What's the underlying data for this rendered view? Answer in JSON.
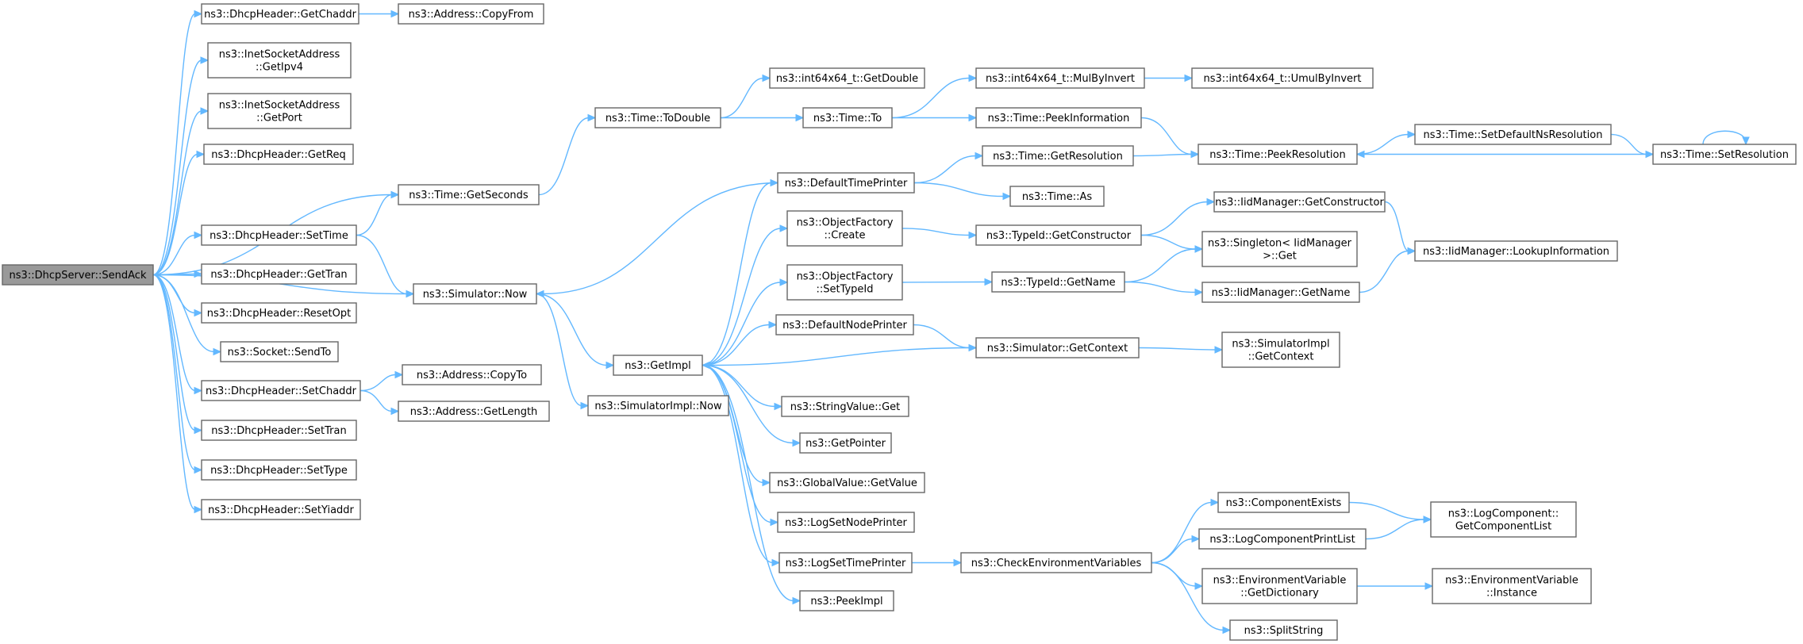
{
  "diagram": {
    "type": "call-graph",
    "root": "ns3::DhcpServer::SendAck",
    "nodes": [
      {
        "id": "sendack",
        "lines": [
          "ns3::DhcpServer::SendAck"
        ],
        "root": true
      },
      {
        "id": "getchaddr",
        "lines": [
          "ns3::DhcpHeader::GetChaddr"
        ]
      },
      {
        "id": "copyfrom",
        "lines": [
          "ns3::Address::CopyFrom"
        ]
      },
      {
        "id": "getipv4",
        "lines": [
          "ns3::InetSocketAddress",
          "::GetIpv4"
        ]
      },
      {
        "id": "getport",
        "lines": [
          "ns3::InetSocketAddress",
          "::GetPort"
        ]
      },
      {
        "id": "getreq",
        "lines": [
          "ns3::DhcpHeader::GetReq"
        ]
      },
      {
        "id": "getseconds",
        "lines": [
          "ns3::Time::GetSeconds"
        ]
      },
      {
        "id": "settime",
        "lines": [
          "ns3::DhcpHeader::SetTime"
        ]
      },
      {
        "id": "gettran",
        "lines": [
          "ns3::DhcpHeader::GetTran"
        ]
      },
      {
        "id": "resetopt",
        "lines": [
          "ns3::DhcpHeader::ResetOpt"
        ]
      },
      {
        "id": "sendto",
        "lines": [
          "ns3::Socket::SendTo"
        ]
      },
      {
        "id": "setchaddr",
        "lines": [
          "ns3::DhcpHeader::SetChaddr"
        ]
      },
      {
        "id": "settran",
        "lines": [
          "ns3::DhcpHeader::SetTran"
        ]
      },
      {
        "id": "settype",
        "lines": [
          "ns3::DhcpHeader::SetType"
        ]
      },
      {
        "id": "setyiaddr",
        "lines": [
          "ns3::DhcpHeader::SetYiaddr"
        ]
      },
      {
        "id": "copyto",
        "lines": [
          "ns3::Address::CopyTo"
        ]
      },
      {
        "id": "getlength",
        "lines": [
          "ns3::Address::GetLength"
        ]
      },
      {
        "id": "todouble",
        "lines": [
          "ns3::Time::ToDouble"
        ]
      },
      {
        "id": "simnow",
        "lines": [
          "ns3::Simulator::Now"
        ]
      },
      {
        "id": "getimpl",
        "lines": [
          "ns3::GetImpl"
        ]
      },
      {
        "id": "simimplnow",
        "lines": [
          "ns3::SimulatorImpl::Now"
        ]
      },
      {
        "id": "getdouble",
        "lines": [
          "ns3::int64x64_t::GetDouble"
        ]
      },
      {
        "id": "timeto",
        "lines": [
          "ns3::Time::To"
        ]
      },
      {
        "id": "mulbyinvert",
        "lines": [
          "ns3::int64x64_t::MulByInvert"
        ]
      },
      {
        "id": "umulbyinvert",
        "lines": [
          "ns3::int64x64_t::UmulByInvert"
        ]
      },
      {
        "id": "peekinfo",
        "lines": [
          "ns3::Time::PeekInformation"
        ]
      },
      {
        "id": "defaulttimeprinter",
        "lines": [
          "ns3::DefaultTimePrinter"
        ]
      },
      {
        "id": "getresolution",
        "lines": [
          "ns3::Time::GetResolution"
        ]
      },
      {
        "id": "peekresolution",
        "lines": [
          "ns3::Time::PeekResolution"
        ]
      },
      {
        "id": "setdefaultns",
        "lines": [
          "ns3::Time::SetDefaultNsResolution"
        ]
      },
      {
        "id": "setresolution",
        "lines": [
          "ns3::Time::SetResolution"
        ]
      },
      {
        "id": "timeas",
        "lines": [
          "ns3::Time::As"
        ]
      },
      {
        "id": "ofcreate",
        "lines": [
          "ns3::ObjectFactory",
          "::Create"
        ]
      },
      {
        "id": "getconstructor",
        "lines": [
          "ns3::TypeId::GetConstructor"
        ]
      },
      {
        "id": "iidgetconstructor",
        "lines": [
          "ns3::IidManager::GetConstructor"
        ]
      },
      {
        "id": "singletonget",
        "lines": [
          "ns3::Singleton< IidManager",
          ">::Get"
        ]
      },
      {
        "id": "lookupinfo",
        "lines": [
          "ns3::IidManager::LookupInformation"
        ]
      },
      {
        "id": "ofsettypeid",
        "lines": [
          "ns3::ObjectFactory",
          "::SetTypeId"
        ]
      },
      {
        "id": "typeidgetname",
        "lines": [
          "ns3::TypeId::GetName"
        ]
      },
      {
        "id": "iidgetname",
        "lines": [
          "ns3::IidManager::GetName"
        ]
      },
      {
        "id": "defaultnodeprinter",
        "lines": [
          "ns3::DefaultNodePrinter"
        ]
      },
      {
        "id": "getcontext",
        "lines": [
          "ns3::Simulator::GetContext"
        ]
      },
      {
        "id": "simimplgetcontext",
        "lines": [
          "ns3::SimulatorImpl",
          "::GetContext"
        ]
      },
      {
        "id": "stringvalueget",
        "lines": [
          "ns3::StringValue::Get"
        ]
      },
      {
        "id": "getpointer",
        "lines": [
          "ns3::GetPointer"
        ]
      },
      {
        "id": "globalvalue",
        "lines": [
          "ns3::GlobalValue::GetValue"
        ]
      },
      {
        "id": "logsetnodeprinter",
        "lines": [
          "ns3::LogSetNodePrinter"
        ]
      },
      {
        "id": "logsettimeprinter",
        "lines": [
          "ns3::LogSetTimePrinter"
        ]
      },
      {
        "id": "peekimpl",
        "lines": [
          "ns3::PeekImpl"
        ]
      },
      {
        "id": "checkenv",
        "lines": [
          "ns3::CheckEnvironmentVariables"
        ]
      },
      {
        "id": "componentexists",
        "lines": [
          "ns3::ComponentExists"
        ]
      },
      {
        "id": "logcomponentprintlist",
        "lines": [
          "ns3::LogComponentPrintList"
        ]
      },
      {
        "id": "envgetdictionary",
        "lines": [
          "ns3::EnvironmentVariable",
          "::GetDictionary"
        ]
      },
      {
        "id": "splitstring",
        "lines": [
          "ns3::SplitString"
        ]
      },
      {
        "id": "getcomponentlist",
        "lines": [
          "ns3::LogComponent::",
          "GetComponentList"
        ]
      },
      {
        "id": "envinstance",
        "lines": [
          "ns3::EnvironmentVariable",
          "::Instance"
        ]
      }
    ],
    "edges": [
      [
        "sendack",
        "getchaddr"
      ],
      [
        "sendack",
        "getipv4"
      ],
      [
        "sendack",
        "getport"
      ],
      [
        "sendack",
        "getreq"
      ],
      [
        "sendack",
        "getseconds"
      ],
      [
        "sendack",
        "settime"
      ],
      [
        "sendack",
        "gettran"
      ],
      [
        "sendack",
        "resetopt"
      ],
      [
        "sendack",
        "sendto"
      ],
      [
        "sendack",
        "setchaddr"
      ],
      [
        "sendack",
        "settran"
      ],
      [
        "sendack",
        "settype"
      ],
      [
        "sendack",
        "setyiaddr"
      ],
      [
        "sendack",
        "simnow"
      ],
      [
        "getchaddr",
        "copyfrom"
      ],
      [
        "settime",
        "getseconds"
      ],
      [
        "settime",
        "simnow"
      ],
      [
        "setchaddr",
        "copyto"
      ],
      [
        "setchaddr",
        "getlength"
      ],
      [
        "getseconds",
        "todouble"
      ],
      [
        "todouble",
        "getdouble"
      ],
      [
        "todouble",
        "timeto"
      ],
      [
        "timeto",
        "mulbyinvert"
      ],
      [
        "timeto",
        "peekinfo"
      ],
      [
        "mulbyinvert",
        "umulbyinvert"
      ],
      [
        "peekinfo",
        "peekresolution"
      ],
      [
        "getresolution",
        "peekresolution"
      ],
      [
        "peekresolution",
        "setdefaultns"
      ],
      [
        "setdefaultns",
        "setresolution"
      ],
      [
        "setresolution",
        "peekresolution"
      ],
      [
        "setresolution",
        "setresolution"
      ],
      [
        "simnow",
        "getimpl"
      ],
      [
        "simnow",
        "simimplnow"
      ],
      [
        "defaulttimeprinter",
        "simnow"
      ],
      [
        "defaulttimeprinter",
        "getresolution"
      ],
      [
        "defaulttimeprinter",
        "timeas"
      ],
      [
        "getimpl",
        "defaulttimeprinter"
      ],
      [
        "getimpl",
        "ofcreate"
      ],
      [
        "getimpl",
        "ofsettypeid"
      ],
      [
        "getimpl",
        "defaultnodeprinter"
      ],
      [
        "getimpl",
        "stringvalueget"
      ],
      [
        "getimpl",
        "getpointer"
      ],
      [
        "getimpl",
        "globalvalue"
      ],
      [
        "getimpl",
        "logsetnodeprinter"
      ],
      [
        "getimpl",
        "logsettimeprinter"
      ],
      [
        "getimpl",
        "peekimpl"
      ],
      [
        "ofcreate",
        "getconstructor"
      ],
      [
        "getconstructor",
        "iidgetconstructor"
      ],
      [
        "getconstructor",
        "singletonget"
      ],
      [
        "iidgetconstructor",
        "lookupinfo"
      ],
      [
        "ofsettypeid",
        "typeidgetname"
      ],
      [
        "typeidgetname",
        "singletonget"
      ],
      [
        "typeidgetname",
        "iidgetname"
      ],
      [
        "iidgetname",
        "lookupinfo"
      ],
      [
        "defaultnodeprinter",
        "getcontext"
      ],
      [
        "getcontext",
        "getimpl"
      ],
      [
        "getcontext",
        "simimplgetcontext"
      ],
      [
        "logsettimeprinter",
        "checkenv"
      ],
      [
        "checkenv",
        "componentexists"
      ],
      [
        "checkenv",
        "logcomponentprintlist"
      ],
      [
        "checkenv",
        "envgetdictionary"
      ],
      [
        "checkenv",
        "splitstring"
      ],
      [
        "componentexists",
        "getcomponentlist"
      ],
      [
        "logcomponentprintlist",
        "getcomponentlist"
      ],
      [
        "envgetdictionary",
        "envinstance"
      ]
    ]
  },
  "colors": {
    "edge": "#63b8ff",
    "node_border": "#666666",
    "root_fill": "#999999",
    "node_fill": "#ffffff"
  }
}
